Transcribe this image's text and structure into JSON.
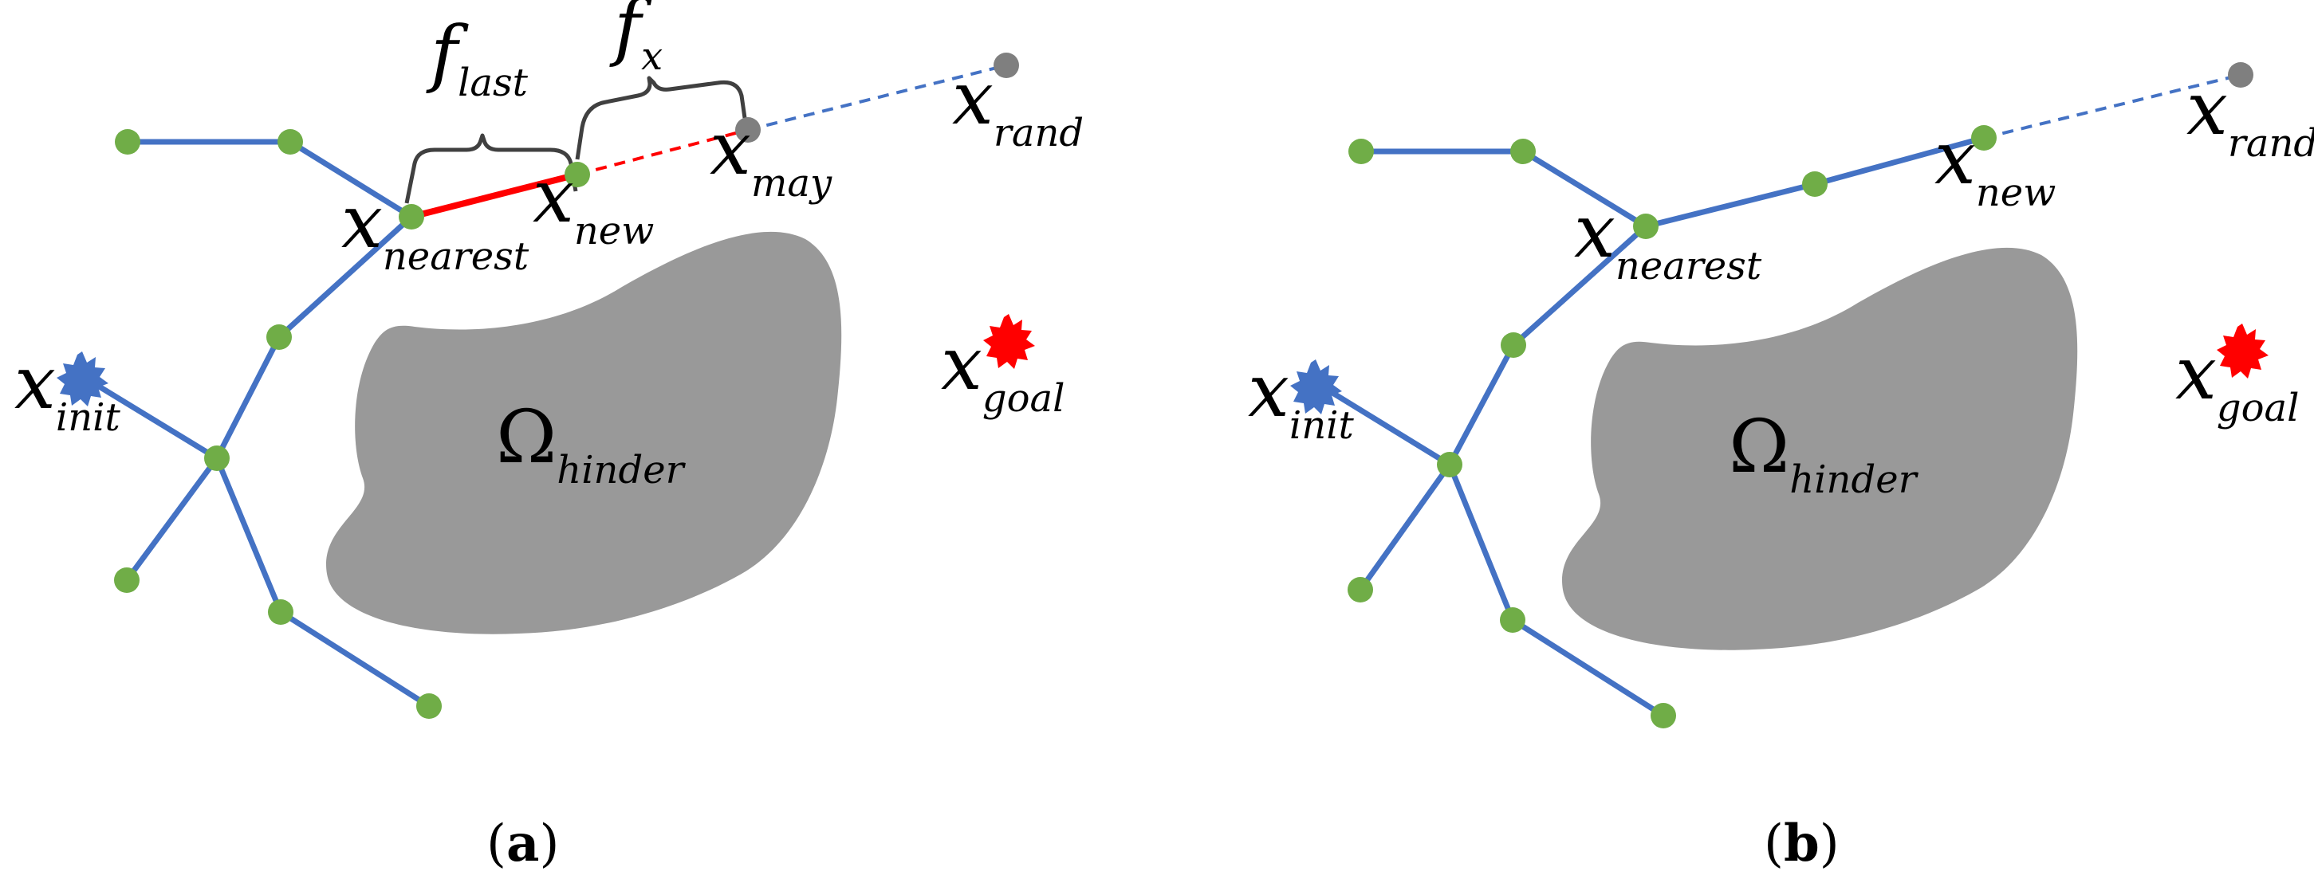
{
  "panels": {
    "a": {
      "caption_open": "(",
      "caption_letter": "a",
      "caption_close": ")",
      "labels": {
        "x_init": {
          "base": "x",
          "sub": "init"
        },
        "x_nearest": {
          "base": "x",
          "sub": "nearest"
        },
        "x_new": {
          "base": "x",
          "sub": "new"
        },
        "x_may": {
          "base": "x",
          "sub": "may"
        },
        "x_rand": {
          "base": "x",
          "sub": "rand"
        },
        "x_goal": {
          "base": "x",
          "sub": "goal"
        },
        "f_last": {
          "base": "f",
          "sub": "last"
        },
        "f_x": {
          "base": "f",
          "sub": "x"
        },
        "obstacle": {
          "base": "Ω",
          "sub": "hinder"
        }
      }
    },
    "b": {
      "caption_open": "(",
      "caption_letter": "b",
      "caption_close": ")",
      "labels": {
        "x_init": {
          "base": "x",
          "sub": "init"
        },
        "x_nearest": {
          "base": "x",
          "sub": "nearest"
        },
        "x_new": {
          "base": "x",
          "sub": "new"
        },
        "x_rand": {
          "base": "x",
          "sub": "rand"
        },
        "x_goal": {
          "base": "x",
          "sub": "goal"
        },
        "obstacle": {
          "base": "Ω",
          "sub": "hinder"
        }
      }
    }
  },
  "colors": {
    "tree_edge": "#4472c4",
    "tree_node": "#70ad47",
    "init_node": "#4472c4",
    "goal_node": "#ff0000",
    "new_segment": "#ff0000",
    "sample_node": "#7f7f7f",
    "obstacle": "#999999",
    "brace": "#404040"
  }
}
